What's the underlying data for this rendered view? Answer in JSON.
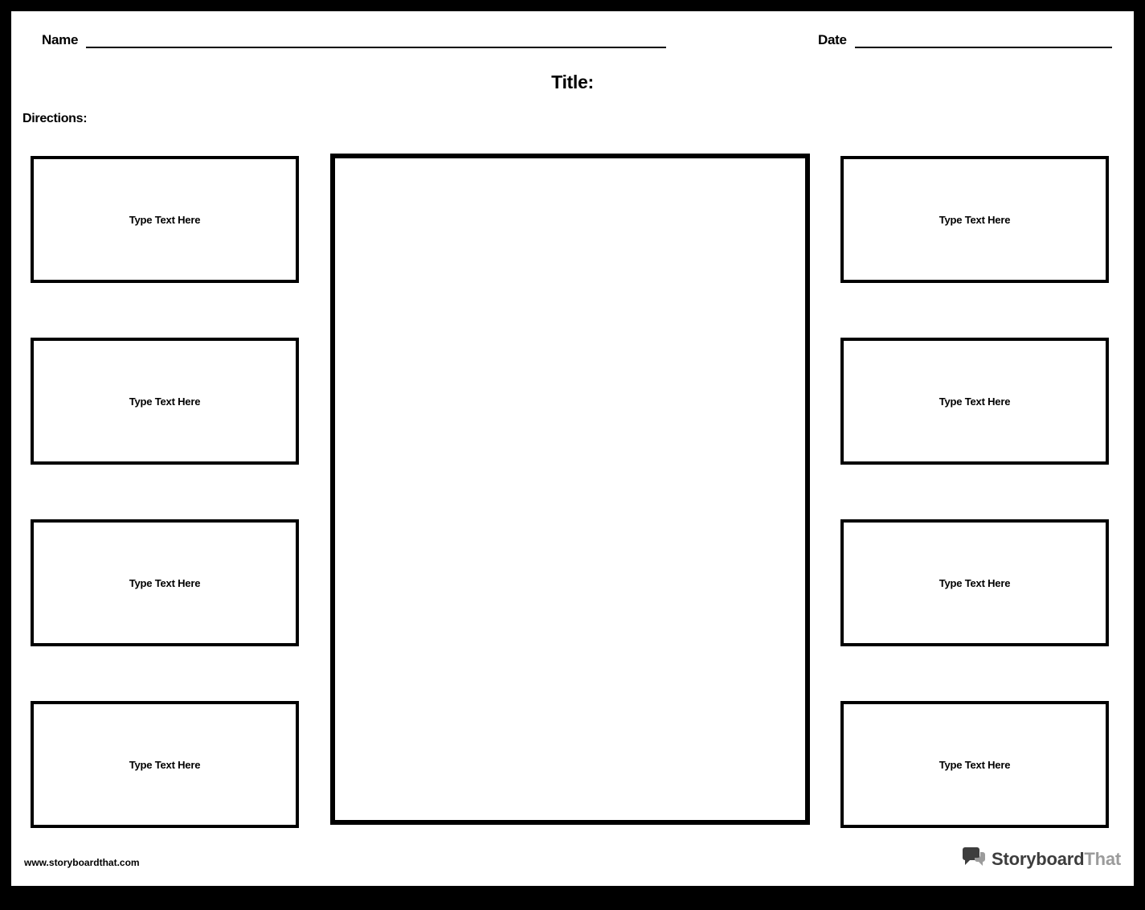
{
  "page": {
    "name_label": "Name",
    "date_label": "Date",
    "title_label": "Title:",
    "directions_label": "Directions:"
  },
  "boxes": {
    "left": [
      "Type Text Here",
      "Type Text Here",
      "Type Text Here",
      "Type Text Here"
    ],
    "right": [
      "Type Text Here",
      "Type Text Here",
      "Type Text Here",
      "Type Text Here"
    ]
  },
  "footer": {
    "url": "www.storyboardthat.com",
    "logo_bold": "Storyboard",
    "logo_light": "That"
  },
  "icons": {
    "logo": "speech-bubbles-icon"
  },
  "colors": {
    "border": "#000000",
    "logo_dark": "#3d3d3d",
    "logo_gray": "#9b9b9b"
  }
}
